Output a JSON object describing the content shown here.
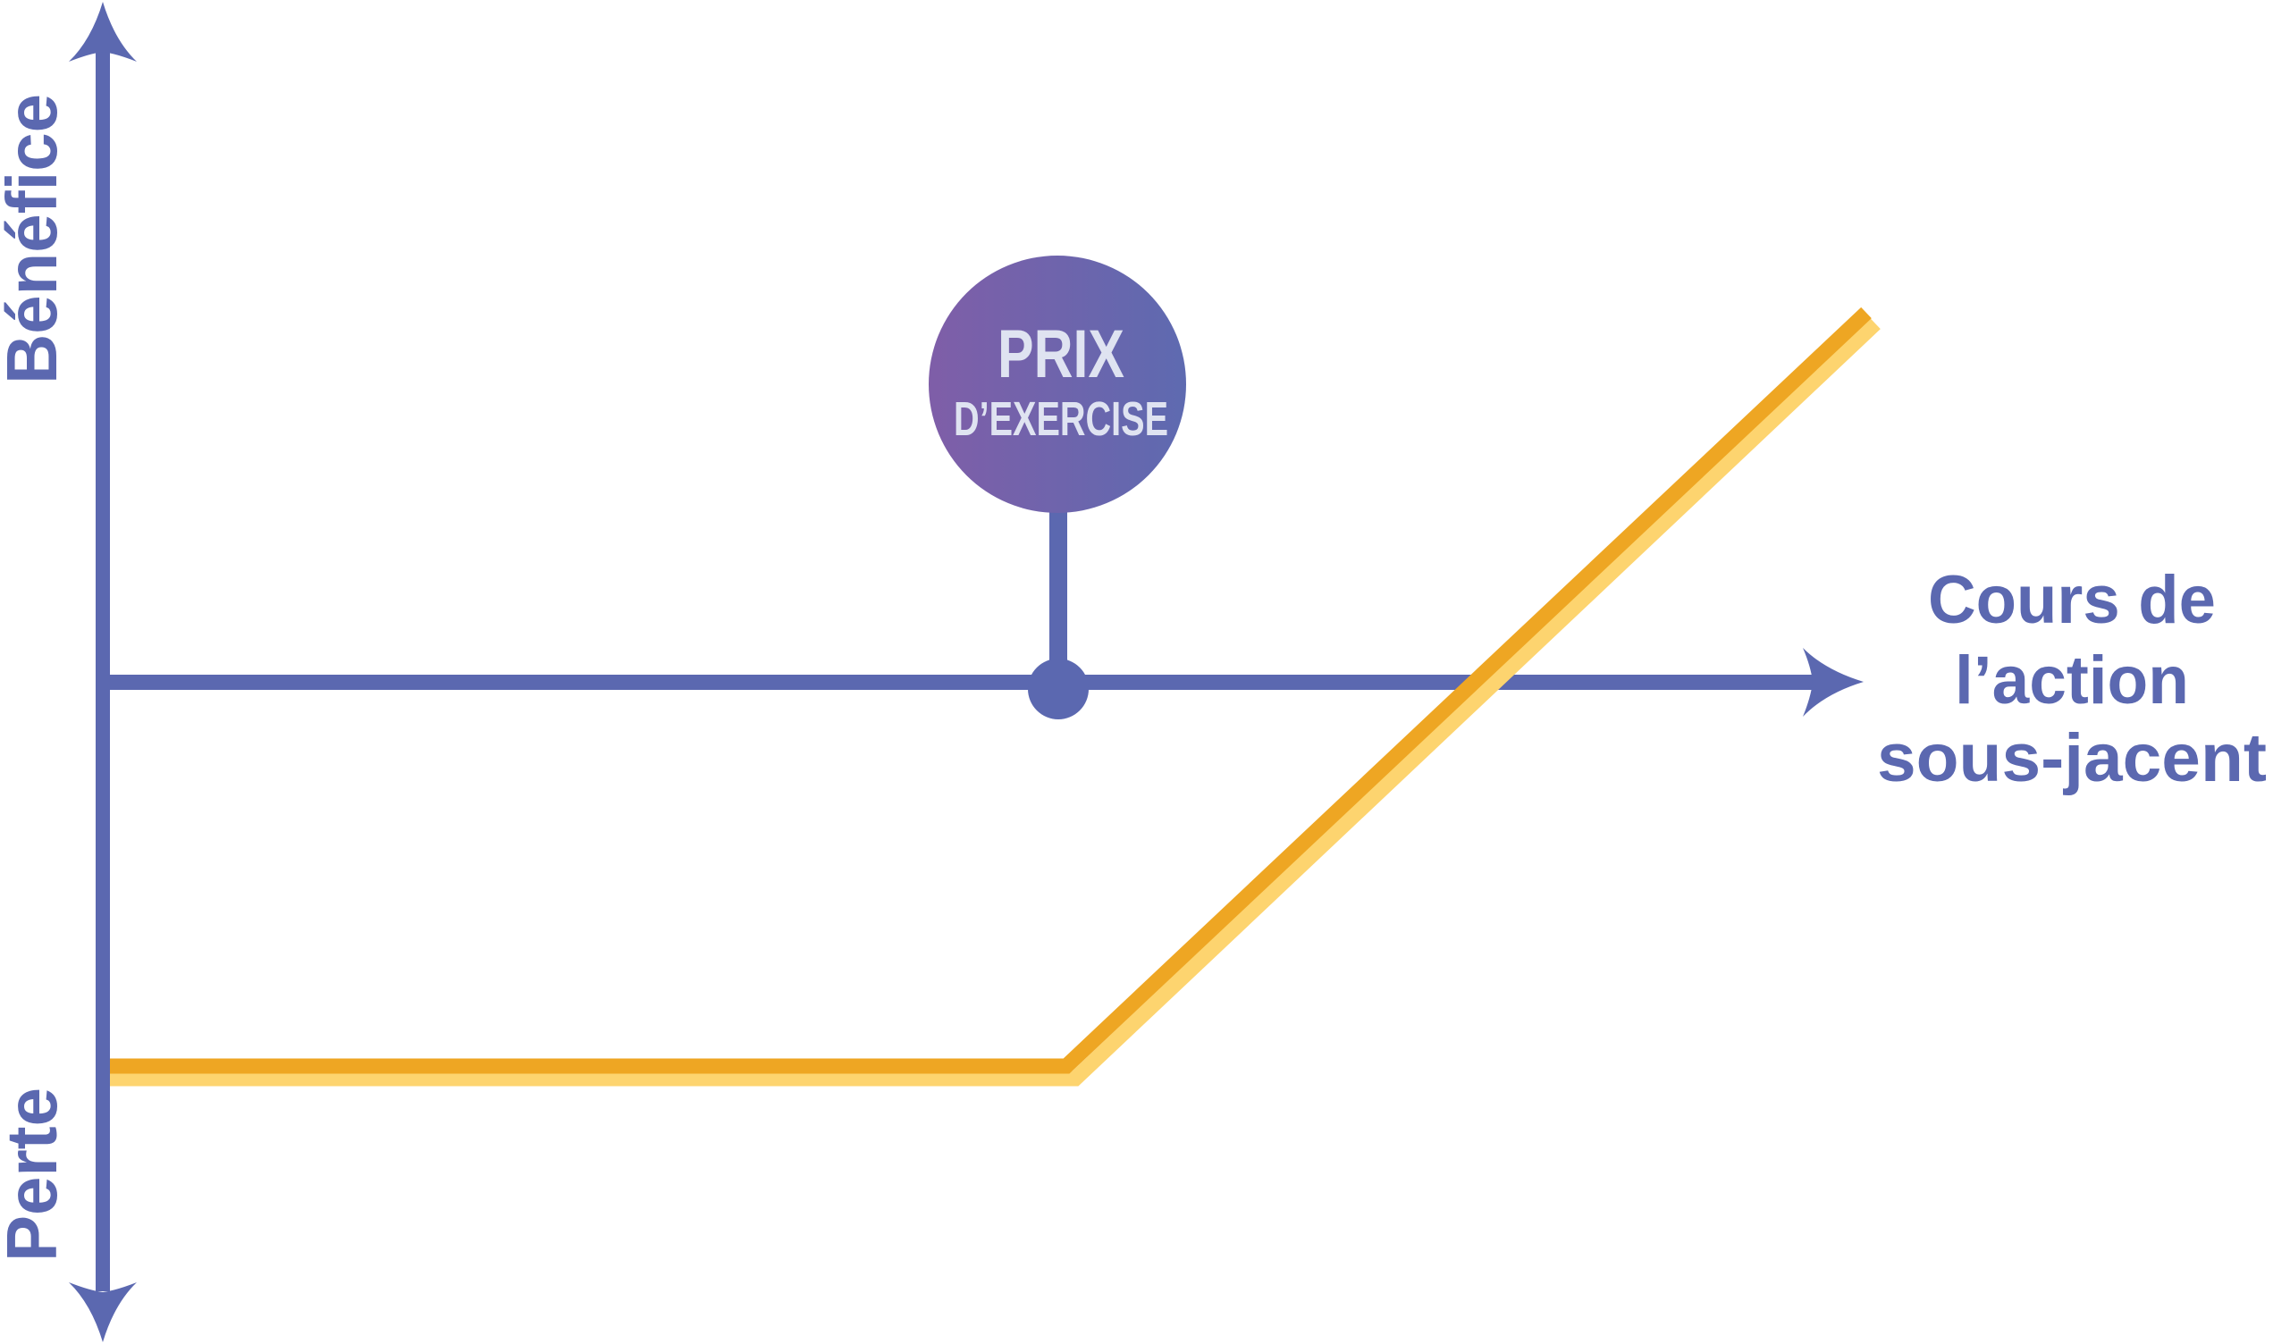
{
  "diagram": {
    "type": "call option payoff diagram",
    "y_axis": {
      "positive_label": "Bénéfice",
      "negative_label": "Perte"
    },
    "x_axis": {
      "label_lines": [
        "Cours de",
        "l’action",
        "sous-jacent"
      ]
    },
    "strike_marker": {
      "line1": "PRIX",
      "line2": "D’EXERCISE"
    },
    "payoff": {
      "description": "flat loss below strike, rising linearly above strike",
      "segments": [
        {
          "name": "flat-loss",
          "shape": "horizontal"
        },
        {
          "name": "rising-profit",
          "shape": "upward-sloping"
        }
      ]
    },
    "colors": {
      "axis": "#5b68b0",
      "label": "#5b68b0",
      "payoff_main": "#eea623",
      "payoff_shadow": "#fdd46f",
      "strike_gradient_start": "#7f5ea8",
      "strike_gradient_end": "#5e6ab0",
      "strike_text": "#dfe3f1"
    }
  }
}
